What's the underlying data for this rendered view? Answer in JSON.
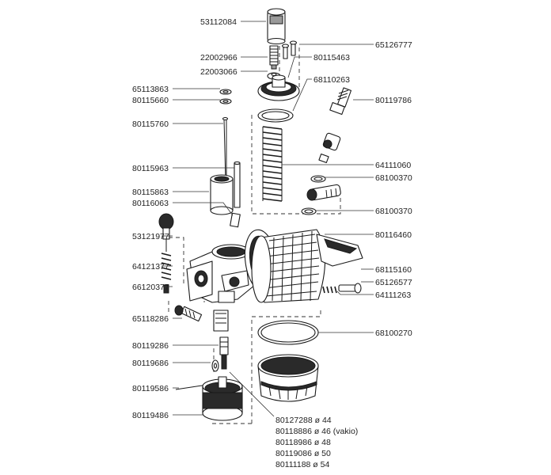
{
  "labels": [
    {
      "id": "p53112084",
      "text": "53112084"
    },
    {
      "id": "p65126777",
      "text": "65126777"
    },
    {
      "id": "p22002966",
      "text": "22002966"
    },
    {
      "id": "p80115463",
      "text": "80115463"
    },
    {
      "id": "p22003066",
      "text": "22003066"
    },
    {
      "id": "p68110263",
      "text": "68110263"
    },
    {
      "id": "p65113863",
      "text": "65113863"
    },
    {
      "id": "p80115660",
      "text": "80115660"
    },
    {
      "id": "p80119786",
      "text": "80119786"
    },
    {
      "id": "p80115760",
      "text": "80115760"
    },
    {
      "id": "p80115963",
      "text": "80115963"
    },
    {
      "id": "p64111060",
      "text": "64111060"
    },
    {
      "id": "p68100370a",
      "text": "68100370"
    },
    {
      "id": "p80115863",
      "text": "80115863"
    },
    {
      "id": "p80116063",
      "text": "80116063"
    },
    {
      "id": "p68100370b",
      "text": "68100370"
    },
    {
      "id": "p53121977",
      "text": "53121977"
    },
    {
      "id": "p80116460",
      "text": "80116460"
    },
    {
      "id": "p64121377",
      "text": "64121377"
    },
    {
      "id": "p68115160",
      "text": "68115160"
    },
    {
      "id": "p65126577",
      "text": "65126577"
    },
    {
      "id": "p66120377",
      "text": "66120377"
    },
    {
      "id": "p64111263",
      "text": "64111263"
    },
    {
      "id": "p65118286",
      "text": "65118286"
    },
    {
      "id": "p68100270",
      "text": "68100270"
    },
    {
      "id": "p80119286",
      "text": "80119286"
    },
    {
      "id": "p80119686",
      "text": "80119686"
    },
    {
      "id": "p80119586",
      "text": "80119586"
    },
    {
      "id": "p80119486",
      "text": "80119486"
    },
    {
      "id": "p80127288",
      "text": "80127288  ø 44"
    },
    {
      "id": "p80118886",
      "text": "80118886  ø 46 (vakio)"
    },
    {
      "id": "p80118986",
      "text": "80118986  ø 48"
    },
    {
      "id": "p80119086",
      "text": "80119086  ø 50"
    },
    {
      "id": "p80111188",
      "text": "80111188  ø 54"
    }
  ]
}
